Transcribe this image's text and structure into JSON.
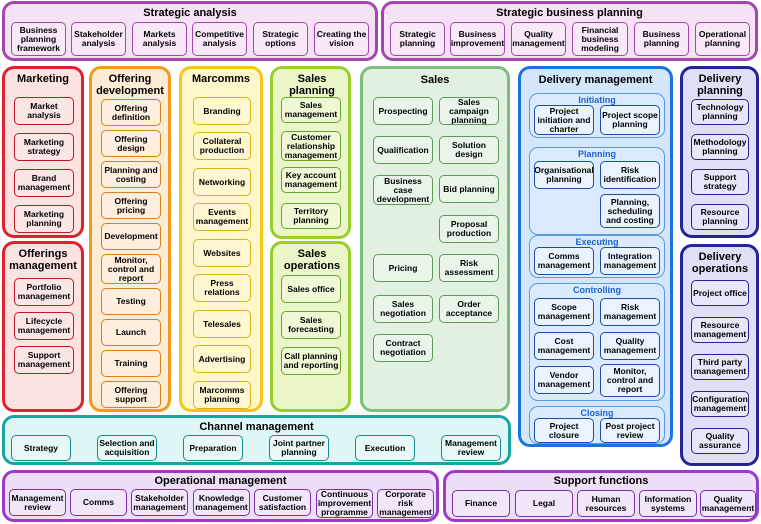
{
  "strategic_analysis": {
    "title": "Strategic analysis",
    "items": [
      "Business planning framework",
      "Stakeholder analysis",
      "Markets analysis",
      "Competitive analysis",
      "Strategic options",
      "Creating the vision"
    ]
  },
  "strategic_business_planning": {
    "title": "Strategic business planning",
    "items": [
      "Strategic planning",
      "Business improvement",
      "Quality management",
      "Financial business modeling",
      "Business planning",
      "Operational planning"
    ]
  },
  "marketing": {
    "title": "Marketing",
    "items": [
      "Market analysis",
      "Marketing strategy",
      "Brand management",
      "Marketing planning"
    ]
  },
  "offerings_management": {
    "title": "Offerings management",
    "items": [
      "Portfolio management",
      "Lifecycle management",
      "Support management"
    ]
  },
  "offering_development": {
    "title": "Offering development",
    "items": [
      "Offering definition",
      "Offering design",
      "Planning and costing",
      "Offering pricing",
      "Development",
      "Monitor, control and report",
      "Testing",
      "Launch",
      "Training",
      "Offering support"
    ]
  },
  "marcomms": {
    "title": "Marcomms",
    "items": [
      "Branding",
      "Collateral production",
      "Networking",
      "Events management",
      "Websites",
      "Press relations",
      "Telesales",
      "Advertising",
      "Marcomms planning"
    ]
  },
  "sales_planning": {
    "title": "Sales planning",
    "items": [
      "Sales management",
      "Customer relationship management",
      "Key account management",
      "Territory planning"
    ]
  },
  "sales_operations": {
    "title": "Sales operations",
    "items": [
      "Sales office",
      "Sales forecasting",
      "Call planning and reporting"
    ]
  },
  "sales": {
    "title": "Sales",
    "items": [
      "Prospecting",
      "Sales campaign planning",
      "Qualification",
      "Solution design",
      "Business case development",
      "Bid planning",
      "Proposal production",
      "Pricing",
      "Risk assessment",
      "Sales negotiation",
      "Order acceptance",
      "Contract negotiation"
    ]
  },
  "delivery_management": {
    "title": "Delivery management",
    "initiating": {
      "label": "Initiating",
      "items": [
        "Project initiation and charter",
        "Project scope planning"
      ]
    },
    "planning": {
      "label": "Planning",
      "items": [
        "Organisational planning",
        "Risk identification",
        "Planning, scheduling and costing"
      ]
    },
    "executing": {
      "label": "Executing",
      "items": [
        "Comms management",
        "Integration management"
      ]
    },
    "controlling": {
      "label": "Controlling",
      "items": [
        "Scope management",
        "Risk management",
        "Cost management",
        "Quality management",
        "Vendor management",
        "Monitor, control and report"
      ]
    },
    "closing": {
      "label": "Closing",
      "items": [
        "Project closure",
        "Post project review"
      ]
    }
  },
  "delivery_planning": {
    "title": "Delivery planning",
    "items": [
      "Technology planning",
      "Methodology planning",
      "Support strategy",
      "Resource planning"
    ]
  },
  "delivery_operations": {
    "title": "Delivery operations",
    "items": [
      "Project office",
      "Resource management",
      "Third party management",
      "Configuration management",
      "Quality assurance"
    ]
  },
  "channel_management": {
    "title": "Channel management",
    "items": [
      "Strategy",
      "Selection and acquisition",
      "Preparation",
      "Joint partner planning",
      "Execution",
      "Management review"
    ]
  },
  "operational_management": {
    "title": "Operational management",
    "items": [
      "Management review",
      "Comms",
      "Stakeholder management",
      "Knowledge management",
      "Customer satisfaction",
      "Continuous improvement programme",
      "Corporate risk management"
    ]
  },
  "support_functions": {
    "title": "Support functions",
    "items": [
      "Finance",
      "Legal",
      "Human resources",
      "Information systems",
      "Quality management"
    ]
  }
}
